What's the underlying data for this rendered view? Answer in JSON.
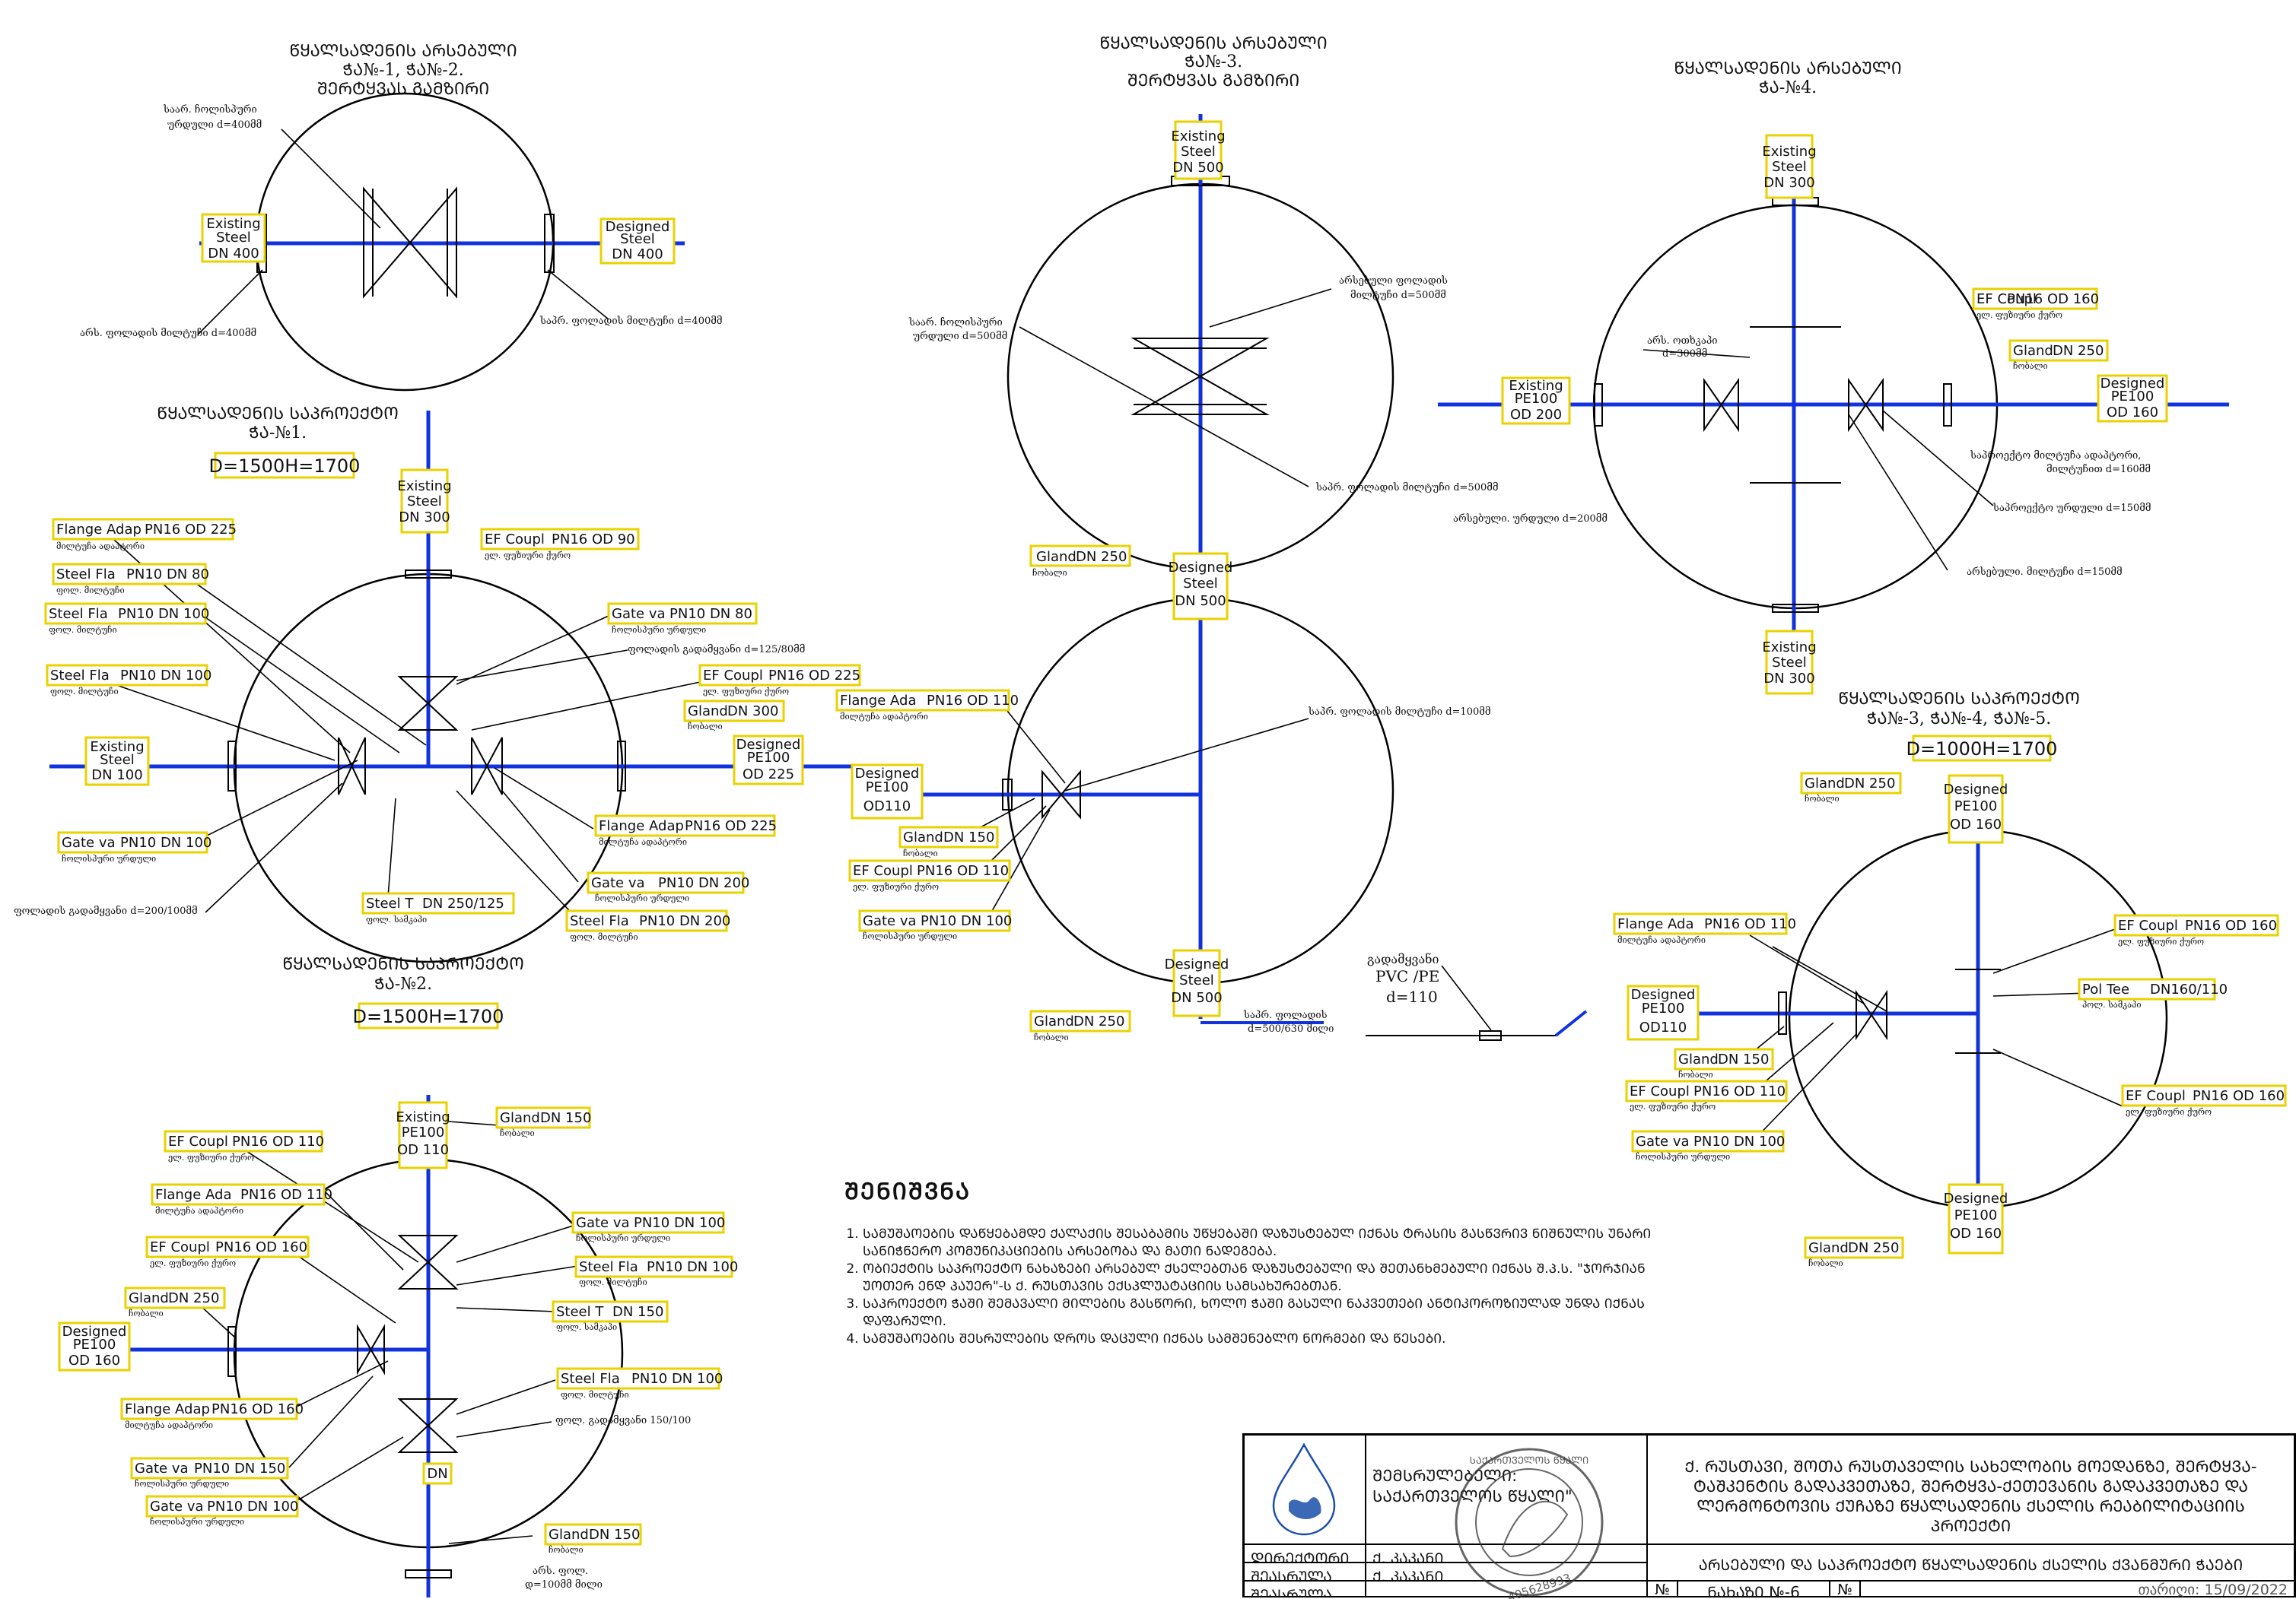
{
  "vault_titles": {
    "v1": [
      "ᲬᲧᲐᲚᲡᲐᲓᲔᲜᲘᲡ ᲐᲠᲡᲔᲑᲣᲚᲘ",
      "ᲭᲐ№-1, ᲭᲐ№-2.",
      "ᲨᲔᲠᲢᲧᲕᲐᲡ ᲒᲐᲛᲖᲘᲠᲘ"
    ],
    "v2": [
      "ᲬᲧᲐᲚᲡᲐᲓᲔᲜᲘᲡ ᲐᲠᲡᲔᲑᲣᲚᲘ",
      "ᲭᲐ№-3.",
      "ᲨᲔᲠᲢᲧᲕᲐᲡ ᲒᲐᲛᲖᲘᲠᲘ"
    ],
    "v3": [
      "ᲬᲧᲐᲚᲡᲐᲓᲔᲜᲘᲡ ᲐᲠᲡᲔᲑᲣᲚᲘ",
      "ᲭᲐ-№4."
    ],
    "v4": [
      "ᲬᲧᲐᲚᲡᲐᲓᲔᲜᲘᲡ ᲡᲐᲞᲠᲝᲔᲥᲢᲝ",
      "ᲭᲐ-№1."
    ],
    "v5": [
      "ᲬᲧᲐᲚᲡᲐᲓᲔᲜᲘᲡ ᲡᲐᲞᲠᲝᲔᲥᲢᲝ",
      "ᲭᲐ-№2."
    ],
    "v6": [
      "ᲬᲧᲐᲚᲡᲐᲓᲔᲜᲘᲡ ᲡᲐᲞᲠᲝᲔᲥᲢᲝ",
      "ᲭᲐ№-3, ᲭᲐ№-4, ᲭᲐ№-5."
    ]
  },
  "dims": {
    "v4": "D=1500H=1700",
    "v5": "D=1500H=1700",
    "v6": "D=1000H=1700"
  },
  "notes": {
    "v1_left_top": [
      "საარ. ჩოლისპური",
      "ურდული d=400მმ"
    ],
    "v1_left_bottom": "არს. ფოლადის მილტუჩი d=400მმ",
    "v1_right_bottom": "საპრ. ფოლადის მილტუჩი d=400მმ",
    "v2_left": [
      "საარ. ჩოლისპური",
      "ურდული d=500მმ"
    ],
    "v2_right_top": [
      "არსებული ფოლადის",
      "მილტუჩი d=500მმ"
    ],
    "v2_right_bottom": "საპრ. ფოლადის მილტუჩი d=500მმ",
    "v2_lower_right": "საპრ. ფოლადის მილტუჩი d=100მმ",
    "v2_pipe": [
      "საპრ. ფოლადის",
      "d=500/630 მილი"
    ],
    "v3_left": [
      "არს. ოთხკაპი",
      "d=300მმ"
    ],
    "v3_r1": [
      "საპროექტო მილტუჩა ადაპტორი,",
      "მილტუჩით d=160მმ"
    ],
    "v3_r2": "არსებული. ურდული d=200მმ",
    "v3_r3": "საპროექტო ურდული d=150მმ",
    "v3_r4": "არსებული. მილტუჩი d=150მმ",
    "v4_flange_tee": "ფოლადის გადამყვანი d=125/80მმ",
    "v4_reducer": "ფოლადის გადამყვანი d=200/100მმ",
    "v5_reducer": "ფოლ. გადამყვანი 150/100",
    "v5_pipe": [
      "არს. ფოლ.",
      "დ=100მმ მილი"
    ],
    "pvc": [
      "გადამყვანი",
      "PVC /PE",
      "d=110"
    ]
  },
  "labels": {
    "existing_steel_dn400": [
      "Existing",
      "Steel",
      "DN 400"
    ],
    "designed_steel_dn400": [
      "Designed",
      "Steel",
      "DN 400"
    ],
    "existing_steel_dn500": [
      "Existing",
      "Steel",
      "DN 500"
    ],
    "existing_steel_dn300": [
      "Existing",
      "Steel",
      "DN 300"
    ],
    "existing_pe100_od200": [
      "Existing",
      "PE100",
      "OD 200"
    ],
    "designed_pe100_od160": [
      "Designed",
      "PE100",
      "OD 160"
    ],
    "ef_coupl_od160": [
      "EF Coupl",
      "PN16 OD 160",
      "ელ. ფუზიური ქურო"
    ],
    "gland_dn250": [
      "Gland",
      "DN 250",
      "ჩობალი"
    ],
    "existing_steel_dn100": [
      "Existing",
      "Steel",
      "DN 100"
    ],
    "designed_pe100_od225": [
      "Designed",
      "PE100",
      "OD 225"
    ],
    "flange_adap_od225": [
      "Flange Adap",
      "PN16 OD 225",
      "მილტუჩა ადაპტორი"
    ],
    "ef_coupl_od90": [
      "EF Coupl",
      "PN16 OD 90",
      "ელ. ფუზიური ქურო"
    ],
    "steel_fl_dn80": [
      "Steel Fla",
      "PN10 DN 80",
      "ფოლ. მილტუჩი"
    ],
    "steel_fl_dn100": [
      "Steel Fla",
      "PN10 DN 100",
      "ფოლ. მილტუჩი"
    ],
    "gate_va_dn80": [
      "Gate va",
      "PN10 DN 80",
      "ჩოლისპური ურდული"
    ],
    "ef_coupl_od225": [
      "EF Coupl",
      "PN16 OD 225",
      "ელ. ფუზიური ქურო"
    ],
    "gland_dn300": [
      "Gland",
      "DN 300",
      "ჩობალი"
    ],
    "gate_va_dn100": [
      "Gate va",
      "PN10 DN 100",
      "ჩოლისპური ურდული"
    ],
    "steel_tee": [
      "Steel T",
      "DN 250/125",
      "ფოლ. სამკაპი"
    ],
    "gate_va_dn200": [
      "Gate va",
      "PN10 DN 200",
      "ჩოლისპური ურდული"
    ],
    "steel_fl_dn200": [
      "Steel Fla",
      "PN10 DN 200",
      "ფოლ. მილტუჩი"
    ],
    "designed_pe100_od110": [
      "Designed",
      "PE100",
      "OD110"
    ],
    "flange_adap_od110": [
      "Flange Ada",
      "PN16 OD 110",
      "მილტუჩა ადაპტორი"
    ],
    "gland_dn150": [
      "Gland",
      "DN 150",
      "ჩობალი"
    ],
    "ef_coupl_od110": [
      "EF Coupl",
      "PN16 OD 110",
      "ელ. ფუზიური ქურო"
    ],
    "gland_dn250_top": [
      "Gland",
      "DN 250",
      "ჩობალი"
    ],
    "designed_pe100_od160_v": [
      "Designed",
      "PE100",
      "OD 160"
    ],
    "pol_tee": [
      "Pol Tee",
      "DN160/110",
      "პოლ. სამკაპი"
    ],
    "existing_pe100_od110": [
      "Existing",
      "PE100",
      "OD 110"
    ],
    "steel_tee_dn150": [
      "Steel T",
      "DN 150",
      "ფოლ. სამკაპი"
    ],
    "gate_va_dn150": [
      "Gate va",
      "PN10 DN 150",
      "ჩოლისპური ურდული"
    ],
    "designed_pe100_dn500": [
      "Designed",
      "Steel",
      "DN 500"
    ],
    "dn_short": "DN"
  },
  "legend": {
    "title": "ᲨᲔᲜᲘᲨᲕᲜᲐ",
    "items": [
      "ᲡᲐᲛᲣᲨᲐᲝᲔᲑᲘᲡ ᲓᲐᲬᲧᲔᲑᲐᲛᲓᲔ ᲥᲐᲚᲐᲥᲘᲡ ᲨᲔᲡᲐᲑᲐᲛᲘᲡ ᲣᲬᲧᲔᲑᲐᲨᲘ ᲓᲐᲖᲣᲡᲢᲔᲑᲣᲚ ᲘᲥᲜᲐᲡ ᲢᲠᲐᲡᲘᲡ ᲒᲐᲡᲬᲕᲠᲘᲕ ᲜᲘᲨᲜᲣᲚᲘᲡ ᲣᲜᲐᲠᲘ ᲡᲐᲜᲘᲭᲜᲔᲠᲝ ᲙᲝᲛᲣᲜᲘᲙᲐᲪᲘᲔᲑᲘᲡ ᲐᲠᲡᲔᲑᲝᲑᲐ ᲓᲐ ᲛᲐᲗᲘ ᲜᲐᲓᲔᲒᲔᲑᲐ.",
      "ᲝᲑᲘᲔᲥᲢᲘᲡ ᲡᲐᲞᲠᲝᲔᲥᲢᲝ ᲜᲐᲮᲐᲖᲔᲑᲘ ᲐᲠᲡᲔᲑᲣᲚ ᲥᲡᲔᲚᲔᲑᲗᲐᲜ ᲓᲐᲖᲣᲡᲢᲔᲑᲣᲚᲘ ᲓᲐ ᲨᲔᲗᲐᲜᲮᲛᲔᲑᲣᲚᲘ ᲘᲥᲜᲐᲡ Შ.Პ.Ს. \"ᲯᲝᲠᲯᲘᲐᲜ ᲣᲝᲗᲔᲠ ᲔᲜᲓ ᲞᲐᲣᲔᲠ\"-Ს Ქ. ᲠᲣᲡᲗᲐᲕᲘᲡ ᲔᲥᲡᲞᲚᲣᲐᲢᲐᲪᲘᲘᲡ ᲡᲐᲛᲡᲐᲮᲣᲠᲔᲑᲗᲐᲜ.",
      "ᲡᲐᲞᲠᲝᲔᲥᲢᲝ ᲭᲐᲨᲘ ᲨᲔᲛᲐᲕᲐᲚᲘ ᲛᲘᲚᲔᲑᲘᲡ ᲒᲐᲡᲬᲝᲠᲘ, ᲮᲝᲚᲝ ᲭᲐᲨᲘ ᲒᲐᲡᲣᲚᲘ ᲜᲐᲙᲕᲔᲗᲔᲑᲘ ᲐᲜᲢᲘᲙᲝᲠᲝᲖᲘᲣᲚᲐᲓ ᲣᲜᲓᲐ ᲘᲥᲜᲐᲡ ᲓᲐᲤᲐᲠᲣᲚᲘ.",
      "ᲡᲐᲛᲣᲨᲐᲝᲔᲑᲘᲡ ᲨᲔᲡᲠᲣᲚᲔᲑᲘᲡ ᲓᲠᲝᲡ ᲓᲐᲪᲣᲚᲘ ᲘᲥᲜᲐᲡ ᲡᲐᲛᲨᲔᲜᲔᲑᲚᲝ ᲜᲝᲠᲛᲔᲑᲘ ᲓᲐ ᲬᲔᲡᲔᲑᲘ."
    ]
  },
  "stamp": {
    "org_top": "ᲨᲔᲛᲡᲠᲣᲚᲔᲑᲔᲚᲘ:",
    "org_name": "ᲡᲐᲥᲐᲠᲗᲕᲔᲚᲝᲡ ᲬᲧᲐᲚᲘ\"",
    "project_title": "Ქ. ᲠᲣᲡᲗᲐᲕᲘ, ᲨᲝᲗᲐ ᲠᲣᲡᲗᲐᲕᲔᲚᲘᲡ ᲡᲐᲮᲔᲚᲝᲑᲘᲡ ᲛᲝᲔᲓᲐᲜᲖᲔ, ᲨᲔᲠᲢᲧᲕᲐ-ᲢᲐᲨᲙᲔᲜᲢᲘᲡ ᲒᲐᲓᲐᲙᲕᲔᲗᲐᲖᲔ, ᲨᲔᲠᲢᲧᲕᲐ-ᲥᲔᲗᲔᲕᲐᲜᲘᲡ ᲒᲐᲓᲐᲙᲕᲔᲗᲐᲖᲔ ᲓᲐ ᲚᲔᲠᲛᲝᲜᲢᲝᲕᲘᲡ ᲥᲣᲩᲐᲖᲔ ᲬᲧᲐᲚᲡᲐᲓᲔᲜᲘᲡ ᲥᲡᲔᲚᲘᲡ ᲠᲔᲐᲑᲘᲚᲘᲢᲐᲪᲘᲘᲡ ᲞᲠᲝᲔᲥᲢᲘ",
    "row1_role": "ᲓᲘᲠᲔᲥᲢᲝᲠᲘ",
    "row1_name": "Ქ. ᲙᲐᲙᲐᲜᲘ",
    "row2_role": "ᲨᲔᲐᲡᲠᲣᲚᲐ",
    "row2_name": "Ქ. ᲙᲐᲙᲐᲜᲘ",
    "row3_role": "ᲨᲔᲐᲡᲠᲣᲚᲐ",
    "drawing_title": "ᲐᲠᲡᲔᲑᲣᲚᲘ ᲓᲐ ᲡᲐᲞᲠᲝᲔᲥᲢᲝ ᲬᲧᲐᲚᲡᲐᲓᲔᲜᲘᲡ ᲥᲡᲔᲚᲘᲡ ᲥᲕᲐᲜᲛᲣᲠᲘ ᲭᲐᲔᲑᲘ",
    "no_label": "№",
    "sheet": "ᲜᲐᲮᲐᲖᲘ №-6",
    "no_label2": "№",
    "date_label": "თარიღი:",
    "date": "15/09/2022",
    "seal_text": "ᲡᲐᲥᲐᲠᲗᲕᲔᲚᲝᲡ ᲬᲧᲐᲚᲘ",
    "seal_number": "405628993"
  }
}
